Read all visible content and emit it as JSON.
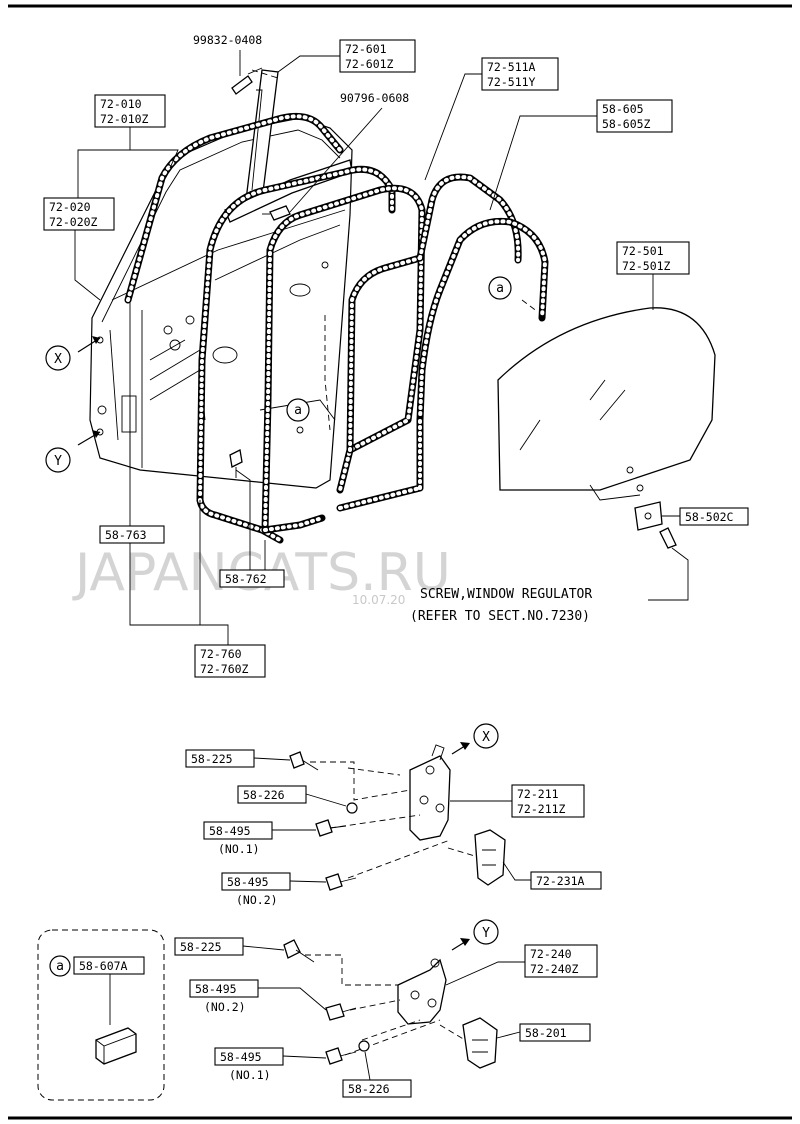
{
  "parts": {
    "p99832": "99832-0408",
    "p72601": [
      "72-601",
      "72-601Z"
    ],
    "p90796": "90796-0608",
    "p72511": [
      "72-511A",
      "72-511Y"
    ],
    "p58605": [
      "58-605",
      "58-605Z"
    ],
    "p72010": [
      "72-010",
      "72-010Z"
    ],
    "p72020": [
      "72-020",
      "72-020Z"
    ],
    "p72501": [
      "72-501",
      "72-501Z"
    ],
    "p58502": "58-502C",
    "p58763": "58-763",
    "p58762": "58-762",
    "p72760": [
      "72-760",
      "72-760Z"
    ],
    "p58225a": "58-225",
    "p58226a": "58-226",
    "p58495a": "58-495",
    "p58495a_no": "(NO.1)",
    "p58495b": "58-495",
    "p58495b_no": "(NO.2)",
    "p72211": [
      "72-211",
      "72-211Z"
    ],
    "p72231": "72-231A",
    "p58607": "58-607A",
    "p58225b": "58-225",
    "p58495c": "58-495",
    "p58495c_no": "(NO.2)",
    "p58495d": "58-495",
    "p58495d_no": "(NO.1)",
    "p72240": [
      "72-240",
      "72-240Z"
    ],
    "p58201": "58-201",
    "p58226b": "58-226"
  },
  "callouts": {
    "x": "X",
    "y": "Y",
    "a": "a"
  },
  "note": {
    "line1": "SCREW,WINDOW REGULATOR",
    "line2": "(REFER TO SECT.NO.7230)"
  },
  "watermark": {
    "text": "JAPANCATS.RU",
    "date": "10.07.20"
  }
}
